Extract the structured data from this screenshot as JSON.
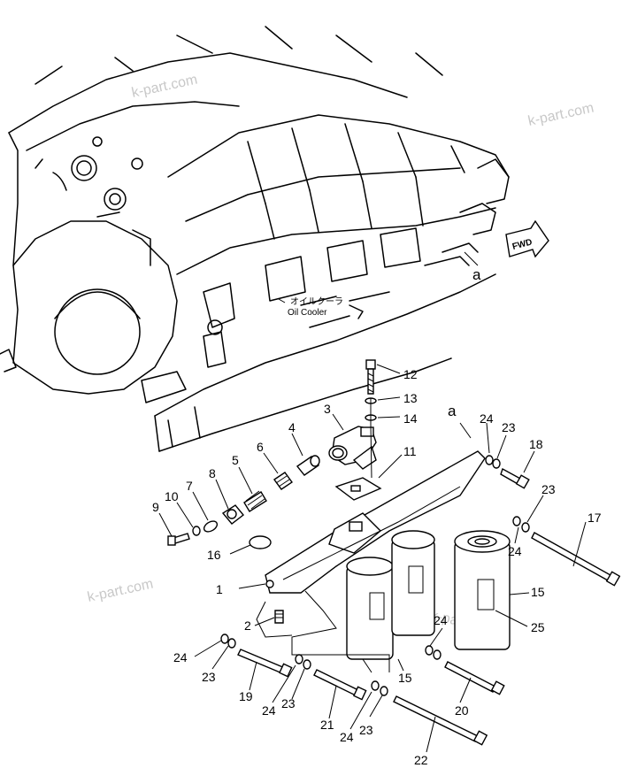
{
  "watermarks": [
    "k-part.com",
    "k-part.com",
    "k-part.com",
    "k-part.com"
  ],
  "annotation": {
    "jp_label": "オイルクーラ",
    "en_label": "Oil  Cooler",
    "ref_a_top": "a",
    "ref_a_mid": "a",
    "fwd": "FWD"
  },
  "callouts": [
    "1",
    "2",
    "3",
    "4",
    "5",
    "6",
    "7",
    "8",
    "9",
    "10",
    "11",
    "12",
    "13",
    "14",
    "15",
    "15",
    "16",
    "17",
    "18",
    "19",
    "20",
    "21",
    "22",
    "23",
    "23",
    "23",
    "23",
    "23",
    "24",
    "24",
    "24",
    "24",
    "24",
    "24",
    "25"
  ]
}
